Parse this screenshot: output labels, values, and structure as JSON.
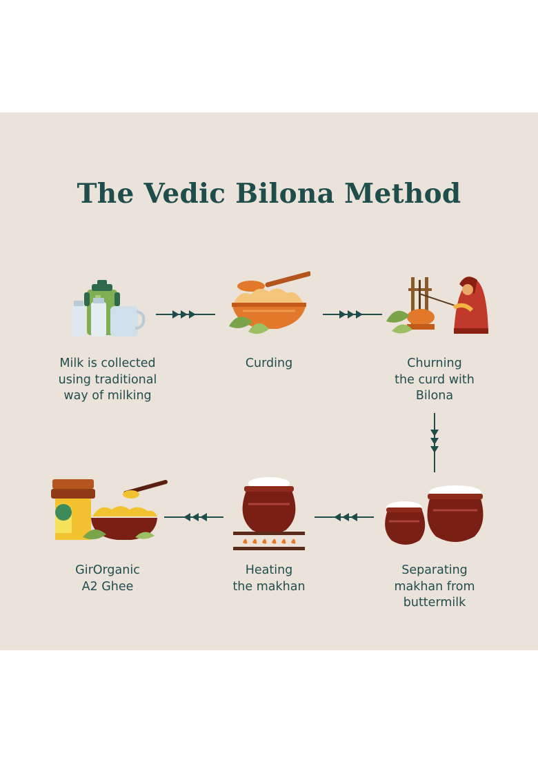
{
  "title": "The Vedic Bilona Method",
  "steps": [
    {
      "icon": "milk-cans-icon",
      "lines": [
        "Milk is collected",
        "using traditional",
        "way of milking"
      ]
    },
    {
      "icon": "curd-bowl-icon",
      "lines": [
        "Curding"
      ]
    },
    {
      "icon": "bilona-churning-icon",
      "lines": [
        "Churning",
        "the curd with",
        "Bilona"
      ]
    },
    {
      "icon": "makhan-pots-icon",
      "lines": [
        "Separating",
        "makhan from",
        "buttermilk"
      ]
    },
    {
      "icon": "heating-pot-icon",
      "lines": [
        "Heating",
        "the makhan"
      ]
    },
    {
      "icon": "ghee-jar-icon",
      "lines": [
        "GirOrganic",
        "A2 Ghee"
      ]
    }
  ],
  "colors": {
    "background": "#ebe3da",
    "text": "#1f4d4c",
    "arrow": "#1f4d4c",
    "clay": "#7a1f14",
    "orange": "#e1782a",
    "leaf": "#7aa34a"
  }
}
